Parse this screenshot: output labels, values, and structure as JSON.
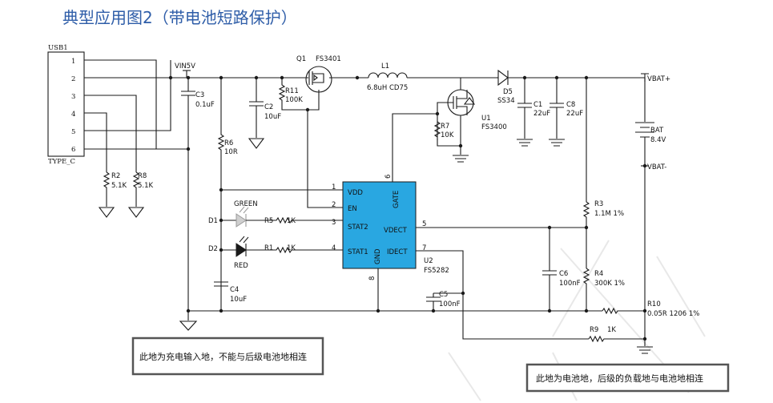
{
  "title": "典型应用图2（带电池短路保护）",
  "usb": {
    "name": "USB1",
    "type": "TYPE_C",
    "pins": [
      "1",
      "2",
      "3",
      "4",
      "5",
      "6"
    ]
  },
  "labels": {
    "vin5v": "VIN5V",
    "q1_ref": "Q1",
    "q1_part": "FS3401",
    "l1_ref": "L1",
    "l1_val": "6.8uH CD75",
    "d5_ref": "D5",
    "d5_part": "SS34",
    "u1_ref": "U1",
    "u1_part": "FS3400",
    "r11_ref": "R11",
    "r11_val": "100K",
    "c3_ref": "C3",
    "c3_val": "0.1uF",
    "c2_ref": "C2",
    "c2_val": "10uF",
    "r7_ref": "R7",
    "r7_val": "10K",
    "c1_ref": "C1",
    "c1_val": "22uF",
    "c8_ref": "C8",
    "c8_val": "22uF",
    "vbat_plus": "VBAT+",
    "vbat_minus": "VBAT-",
    "bat_ref": "BAT",
    "bat_val": "8.4V",
    "r6_ref": "R6",
    "r6_val": "10R",
    "r2_ref": "R2",
    "r2_val": "5.1K",
    "r8_ref": "R8",
    "r8_val": "5.1K",
    "green": "GREEN",
    "red": "RED",
    "d1_ref": "D1",
    "d2_ref": "D2",
    "r5_ref": "R5",
    "r5_val": "1K",
    "r1_ref": "R1",
    "r1_val": "1K",
    "c4_ref": "C4",
    "c4_val": "10uF",
    "r3_ref": "R3",
    "r3_val": "1.1M  1%",
    "r4_ref": "R4",
    "r4_val": "300K  1%",
    "c6_ref": "C6",
    "c6_val": "100nF",
    "c5_ref": "C5",
    "c5_val": "100nF",
    "r10_ref": "R10",
    "r10_val": "0.05R  1206  1%",
    "r9_ref": "R9",
    "r9_val": "1K",
    "u2_ref": "U2",
    "u2_part": "FS5282"
  },
  "ic": {
    "pins": {
      "vdd": "VDD",
      "en": "EN",
      "stat2": "STAT2",
      "stat1": "STAT1",
      "gate": "GATE",
      "vdect": "VDECT",
      "idect": "IDECT",
      "gnd": "GND"
    },
    "pin_numbers": {
      "vdd": "1",
      "en": "2",
      "stat2": "3",
      "stat1": "4",
      "vdect": "5",
      "gate": "6",
      "idect": "7",
      "gnd": "8"
    },
    "color": "#29a7e1"
  },
  "notes": {
    "left": "此地为充电输入地，不能与后级电池地相连",
    "right": "此地为电池地，后级的负载地与电池地相连"
  }
}
